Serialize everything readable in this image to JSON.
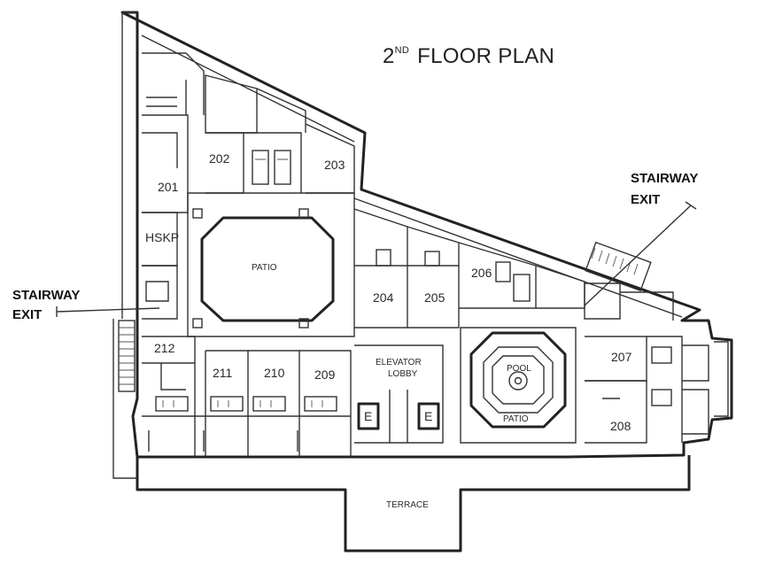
{
  "title": {
    "prefix": "2",
    "sup": "ND",
    "rest": " FLOOR PLAN"
  },
  "rooms": {
    "r201": "201",
    "r202": "202",
    "r203": "203",
    "r204": "204",
    "r205": "205",
    "r206": "206",
    "r207": "207",
    "r208": "208",
    "r209": "209",
    "r210": "210",
    "r211": "211",
    "r212": "212"
  },
  "areas": {
    "hskp": "HSKP",
    "patio_main": "PATIO",
    "patio_pool": "PATIO",
    "pool": "POOL",
    "elevator_line1": "ELEVATOR",
    "elevator_line2": "LOBBY",
    "elevator_e1": "E",
    "elevator_e2": "E",
    "terrace": "TERRACE"
  },
  "exits": {
    "left_line1": "STAIRWAY",
    "left_line2": "EXIT",
    "right_line1": "STAIRWAY",
    "right_line2": "EXIT"
  }
}
